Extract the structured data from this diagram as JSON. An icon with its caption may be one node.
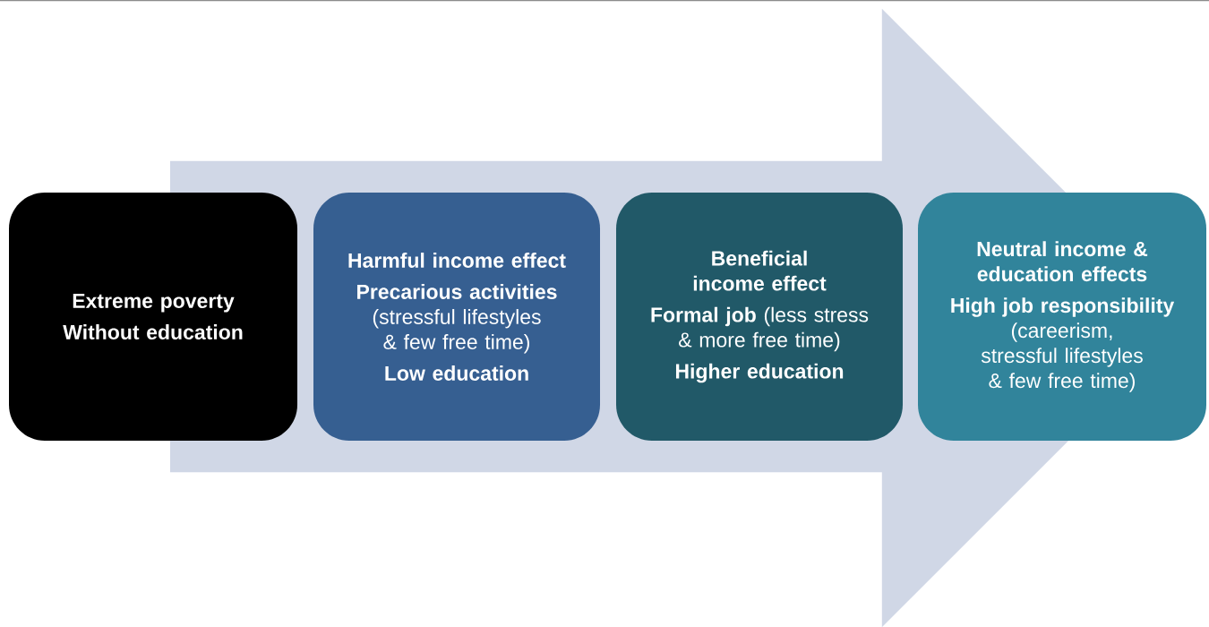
{
  "diagram": {
    "nodes": [
      {
        "text": [
          "Extreme poverty",
          "Without education"
        ]
      },
      {
        "text": [
          "Harmful income effect",
          "**Precarious activities** (stressful lifestyles & few free time)",
          "Low education"
        ]
      },
      {
        "text": [
          "Beneficial income effect",
          "**Formal job** (less stress & more free time)",
          "Higher education"
        ]
      },
      {
        "text": [
          "Neutral income & education effects",
          "**High job responsibility** (careerism, stressful lifestyles & few free time)"
        ]
      }
    ],
    "edges": [
      {
        "from": 0,
        "to": 3,
        "arrow": "to"
      }
    ]
  }
}
